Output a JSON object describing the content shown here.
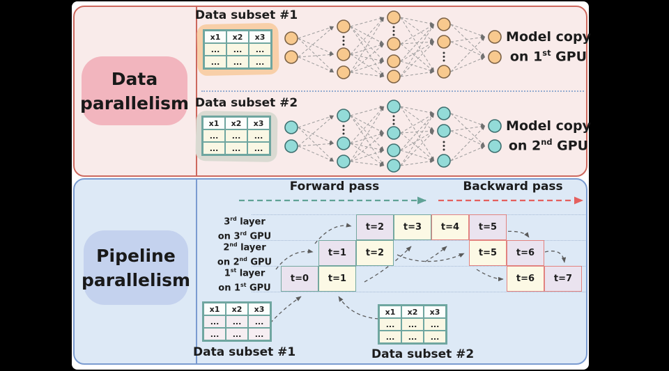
{
  "data_parallelism": {
    "title_line1": "Data",
    "title_line2": "parallelism",
    "subset1_label": "Data subset #1",
    "subset2_label": "Data subset #2",
    "model_copy_1": {
      "line1": "Model copy",
      "line2_a": "on 1",
      "line2_sup": "st",
      "line2_b": " GPU"
    },
    "model_copy_2": {
      "line1": "Model copy",
      "line2_a": "on 2",
      "line2_sup": "nd",
      "line2_b": " GPU"
    },
    "colors": {
      "section_bg": "#f9ebea",
      "border": "#cd685e",
      "title_box": "#f2b5be",
      "network1_node_fill": "#f8c98e",
      "network1_node_stroke": "#7c6246",
      "network2_node_fill": "#93dbd8",
      "network2_node_stroke": "#3e6f6f",
      "table1_highlight": "#f8cfa8",
      "table2_highlight": "#dadad2"
    }
  },
  "pipeline_parallelism": {
    "title_line1": "Pipeline",
    "title_line2": "parallelism",
    "forward_label": "Forward pass",
    "backward_label": "Backward pass",
    "rows": [
      {
        "a": "3",
        "sup1": "rd",
        "b": " layer",
        "c": "on 3",
        "sup2": "rd",
        "d": " GPU"
      },
      {
        "a": "2",
        "sup1": "nd",
        "b": " layer",
        "c": "on 2",
        "sup2": "nd",
        "d": " GPU"
      },
      {
        "a": "1",
        "sup1": "st",
        "b": " layer",
        "c": "on 1",
        "sup2": "st",
        "d": " GPU"
      }
    ],
    "cells": [
      {
        "label": "t=2"
      },
      {
        "label": "t=3"
      },
      {
        "label": "t=4"
      },
      {
        "label": "t=5"
      },
      {
        "label": "t=1"
      },
      {
        "label": "t=2"
      },
      {
        "label": "t=5"
      },
      {
        "label": "t=6"
      },
      {
        "label": "t=0"
      },
      {
        "label": "t=1"
      },
      {
        "label": "t=6"
      },
      {
        "label": "t=7"
      }
    ],
    "subset1_label": "Data subset #1",
    "subset2_label": "Data subset #2",
    "colors": {
      "section_bg": "#dde9f6",
      "border": "#7a9bd0",
      "title_box": "#c4d2ee",
      "forward_arrow": "#5fa296",
      "backward_arrow": "#e4605e",
      "cell_forward_border": "#74a79f",
      "cell_backward_border": "#e2827f",
      "cell_lavender": "#eae3ef",
      "cell_cream": "#fcf9e5"
    }
  },
  "subset_table": {
    "h1": "x1",
    "h2": "x2",
    "h3": "x3",
    "dots": "..."
  }
}
